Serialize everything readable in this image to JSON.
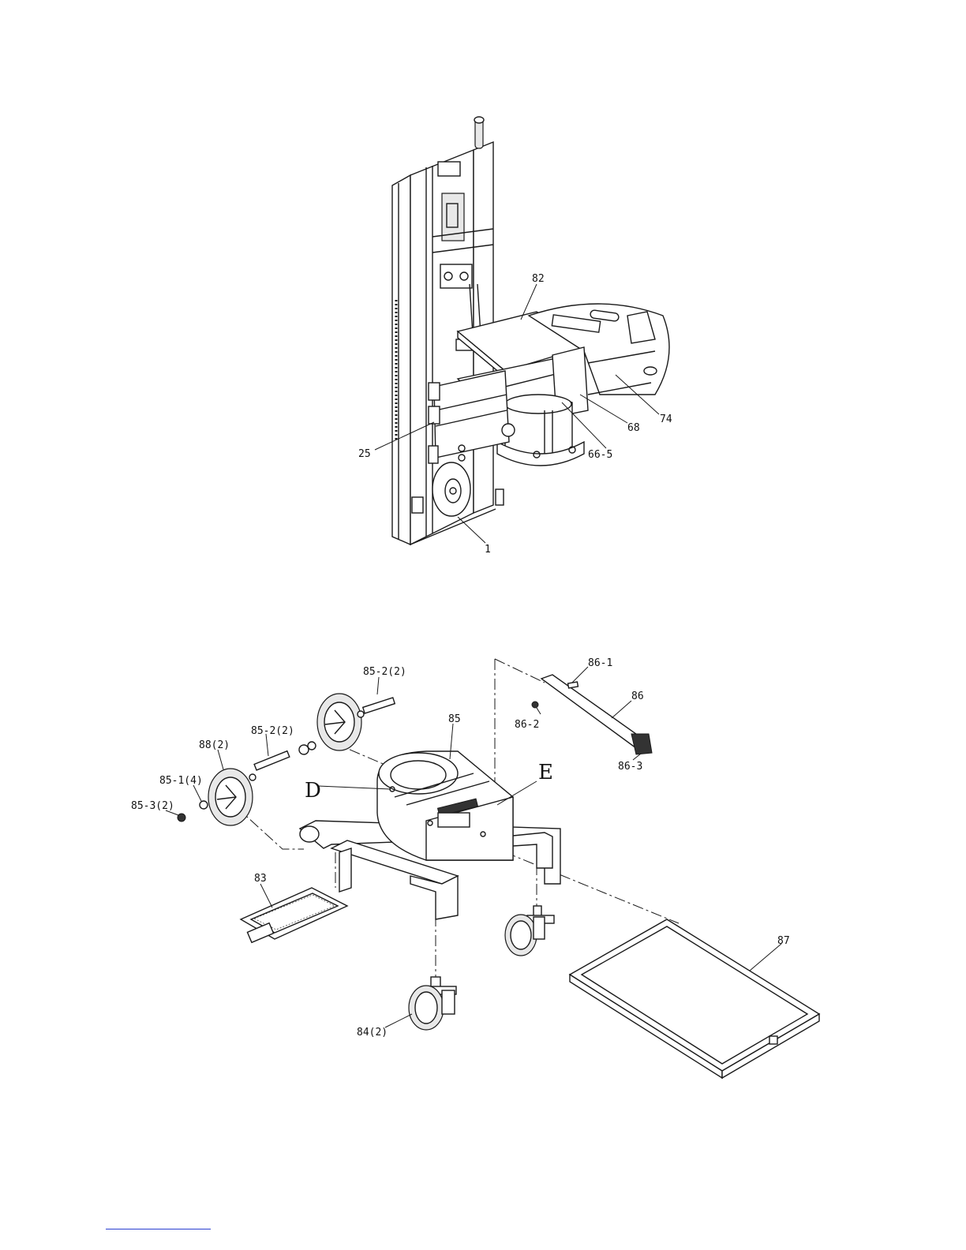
{
  "top_diagram": {
    "callouts": [
      "82",
      "74",
      "68",
      "66-5",
      "25",
      "1"
    ]
  },
  "bottom_diagram": {
    "callouts": [
      "86-1",
      "86",
      "86-2",
      "86-3",
      "85-2(2)",
      "85-2(2)",
      "85",
      "88(2)",
      "85-1(4)",
      "85-3(2)",
      "83",
      "84(2)",
      "87"
    ],
    "letters": [
      "D",
      "E"
    ]
  }
}
